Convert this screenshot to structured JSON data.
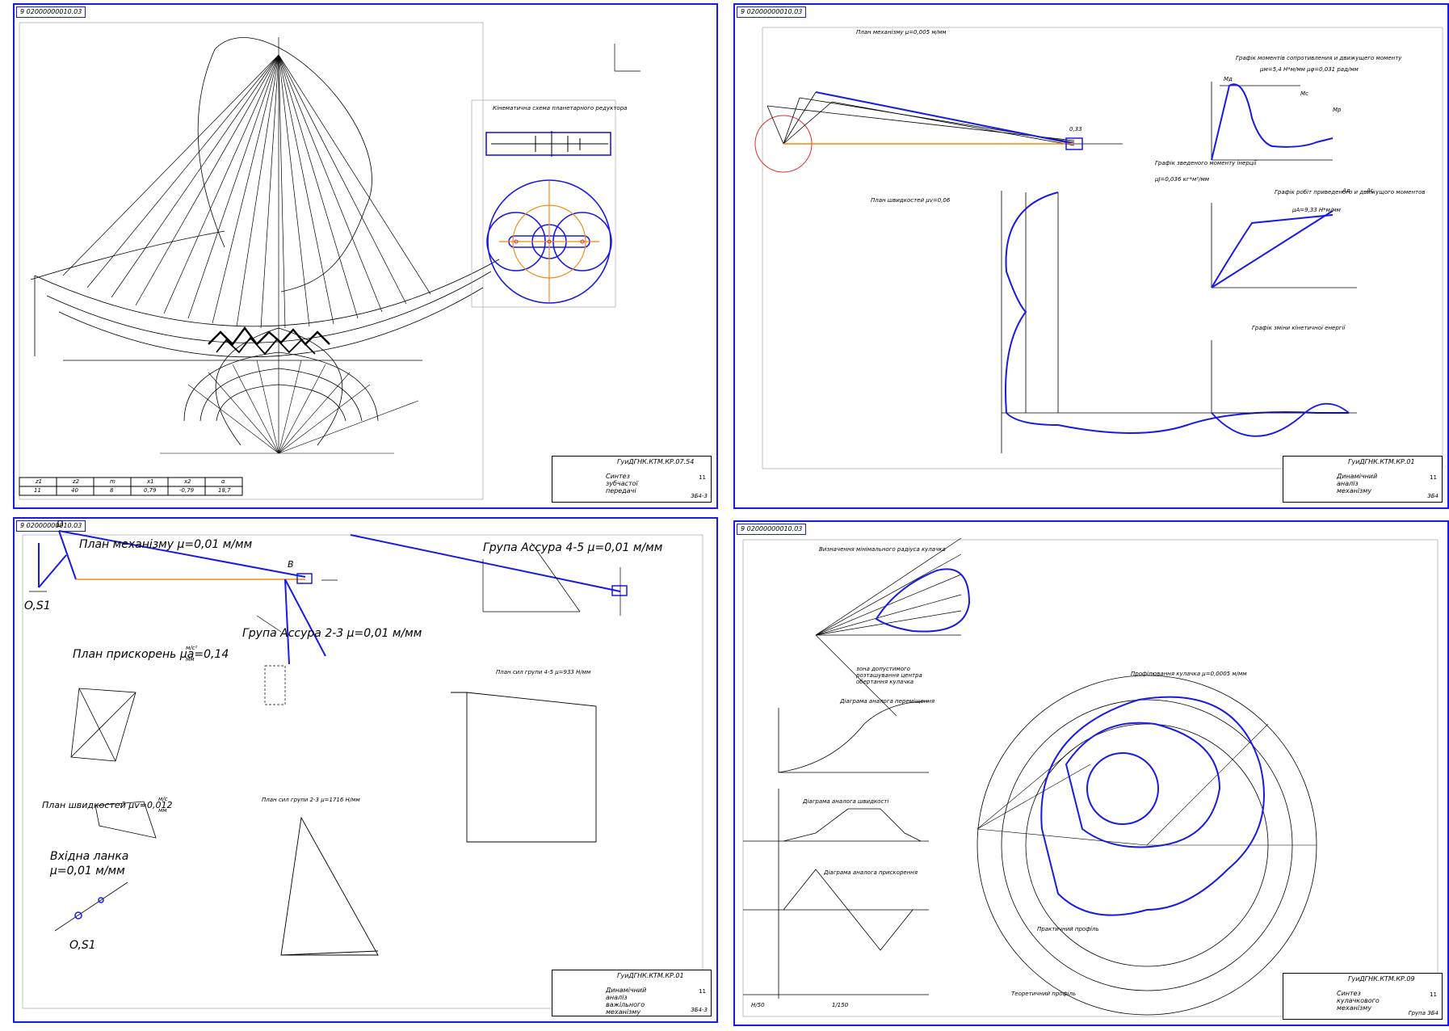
{
  "colors": {
    "border": "#1a1ae6",
    "line": "#000000",
    "highlight": "#1a1ae6",
    "accent": "#f08c14",
    "point": "#e03030"
  },
  "sheets": [
    {
      "tag": "9 02000000010.03",
      "labels": {
        "kinematic_title": "Кінематична схема планетарного редуктора"
      },
      "table": {
        "header": [
          "z1",
          "z2",
          "m",
          "x1",
          "x2",
          "α"
        ],
        "values": [
          "11",
          "40",
          "8",
          "0,79",
          "-0,79",
          "18,7"
        ]
      },
      "title_block": {
        "code": "ГуиДГНК.КТМ.КР.07.54",
        "title": "Синтез зубчастої передачі",
        "group": "ЗБ4-3",
        "sheet": "11"
      }
    },
    {
      "tag": "9 02000000010.03",
      "labels": {
        "plan": "План механізму µ=0,005 м/мм",
        "moments": "Графік моментів сопротивления и движущего моменту",
        "moments_scale": "µм=5,4 Н*м/мм    µφ=0,031 рад/мм",
        "inertia": "Графік зведеного моменту інерції",
        "inertia_scale": "µJ=0,036 кг*м²/мм",
        "work": "Графік робіт приведеного и движущого моментов",
        "work_scale": "µA=9,33 Н*м/мм",
        "energy": "Графік зміни кінетичної енергії",
        "velocity": "План швидкостей µv=0,06",
        "Md": "Mд",
        "Mc": "Mc",
        "Mp": "Mp",
        "Ad": "Ад",
        "Ac": "Ас",
        "B": "0,33"
      },
      "title_block": {
        "code": "ГуиДГНК.КТМ.КР.01",
        "title": "Динамічний аналіз механізму",
        "group": "ЗБ4",
        "sheet": "11"
      }
    },
    {
      "tag": "9 02000000010.03",
      "labels": {
        "plan": "План механізму µ=0,01 м/мм",
        "group45": "Група Ассура 4-5 µ=0,01 м/мм",
        "group23": "Група Ассура 2-3 µ=0,01 м/мм",
        "accel": "План прискорень µa=0,14",
        "accel_unit": "м/с²",
        "accel_unit2": "мм",
        "speed": "План швидкостей µv=0,012",
        "speed_unit": "м/с",
        "speed_unit2": "мм",
        "forces45": "План сил групи 4-5 µ=933 Н/мм",
        "forces23": "План сил групи 2-3 µ=1716 Н/мм",
        "input": "Вхідна ланка",
        "input_scale": "µ=0,01 м/мм",
        "os1": "O,S1",
        "os1b": "O,S1",
        "b": "B",
        "d": "D"
      },
      "title_block": {
        "code": "ГуиДГНК.КТМ.КР.01",
        "title": "Динамічний аналіз важільного механізму",
        "group": "ЗБ4-3",
        "sheet": "11"
      }
    },
    {
      "tag": "9 02000000010.03",
      "labels": {
        "zone": "Визначення мінімального радіуса кулачка",
        "region": "зона допустимого розташування центра обертання кулачка",
        "displacement": "Діаграма аналога переміщення",
        "velocity_analog": "Діаграма аналога швидкості",
        "accel_analog": "Діаграма аналога прискорення",
        "profiling": "Профілювання кулачка µ=0,0005 м/мм",
        "practical": "Практичний профіль",
        "theoretical": "Теоретичний профіль",
        "len1": "H/50",
        "len2": "1/150"
      },
      "title_block": {
        "code": "ГуиДГНК.КТМ.КР.09",
        "title": "Синтез кулачкового механізму",
        "group": "Група ЗБ4",
        "sheet": "11"
      }
    }
  ]
}
